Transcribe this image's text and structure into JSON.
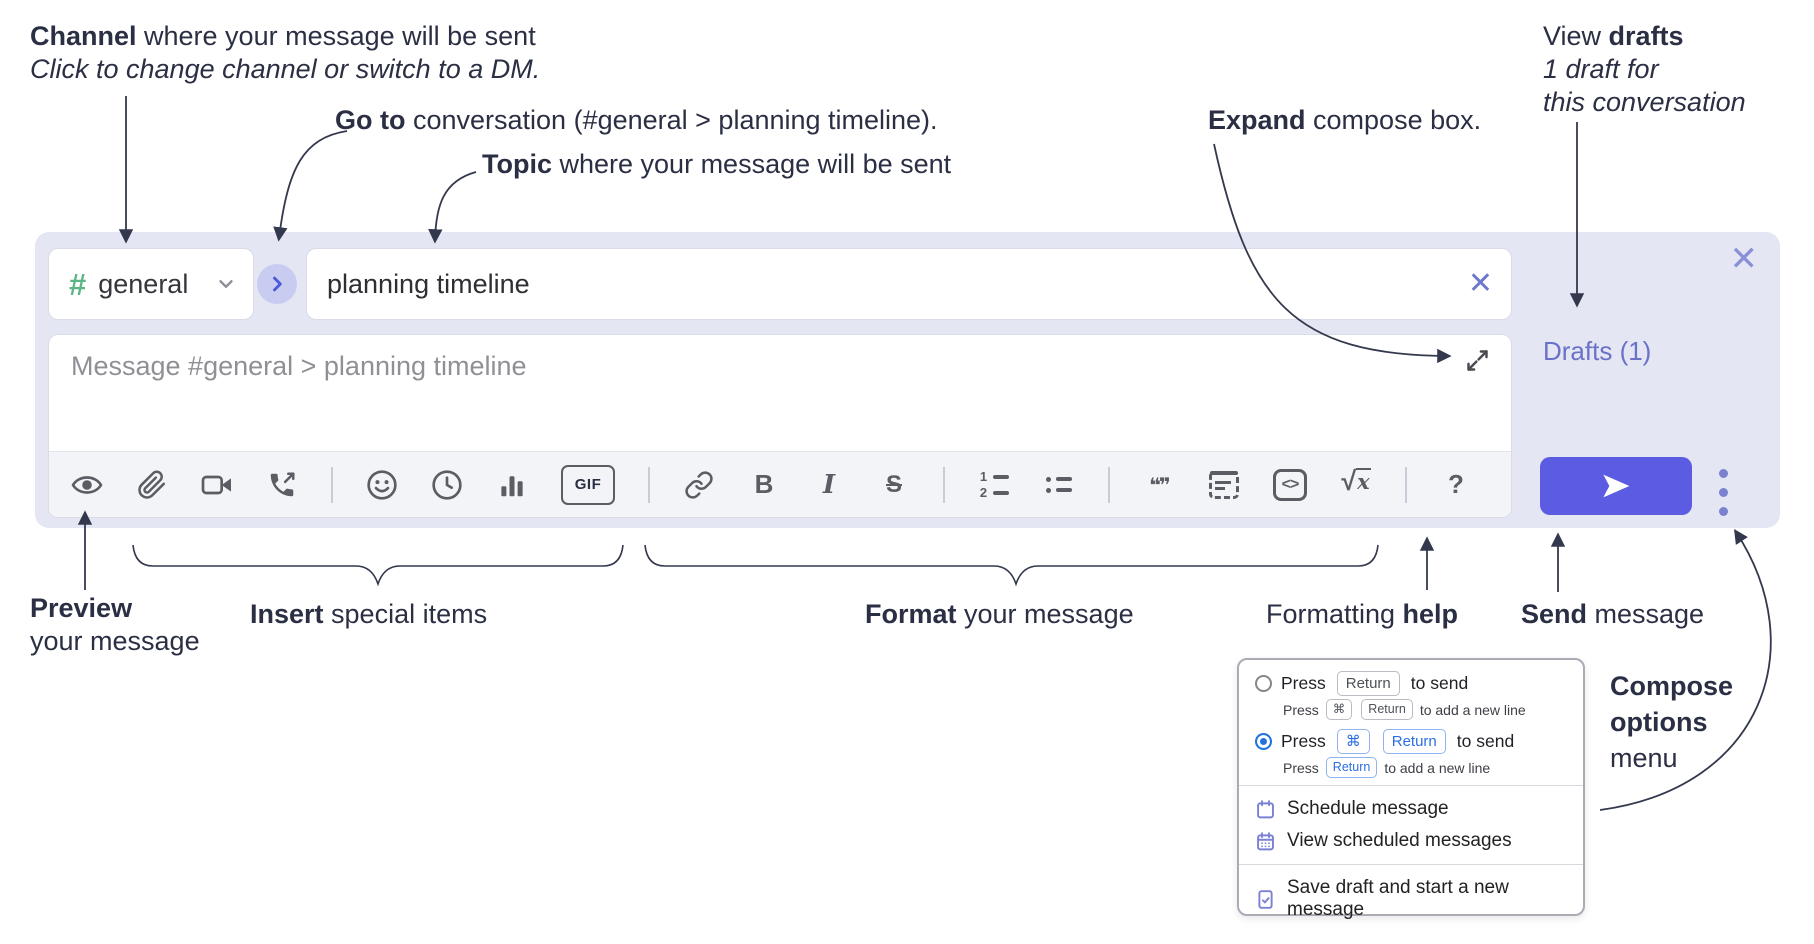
{
  "colors": {
    "accent_indigo": "#5b5ce1",
    "compose_background": "#e4e6f3",
    "purple_ui": "#6a71c7",
    "green_hash": "#5cb585",
    "toolbar_icon_gray": "#5c5c64",
    "annotation_text": "#2b2f44",
    "radio_selected_blue": "#2273e0",
    "menu_icon_purple": "#7b82d4"
  },
  "annotations": {
    "channel": {
      "lead": "Channel",
      "rest": " where your message will be sent",
      "sub": "Click to change channel or switch to a DM."
    },
    "goto": {
      "lead": "Go to",
      "rest": " conversation (#general > planning timeline)."
    },
    "topic": {
      "lead": "Topic",
      "rest": " where your message will be sent"
    },
    "expand": {
      "lead": "Expand",
      "rest": " compose box."
    },
    "view_drafts": {
      "pre": "View ",
      "lead": "drafts",
      "sub1": "1 draft for",
      "sub2": "this conversation"
    },
    "preview": {
      "lead": "Preview",
      "sub": "your message"
    },
    "insert": {
      "lead": "Insert",
      "rest": " special items"
    },
    "format": {
      "lead": "Format",
      "rest": " your message"
    },
    "formatting_help": {
      "pre": "Formatting ",
      "lead": "help"
    },
    "send": {
      "lead": "Send",
      "rest": " message"
    },
    "compose_options": {
      "line1": "Compose",
      "line2": "options",
      "line3": "menu"
    }
  },
  "compose": {
    "channel": {
      "hash": "#",
      "name": "general"
    },
    "topic_value": "planning timeline",
    "clear_glyph": "✕",
    "close_glyph": "✕",
    "message_placeholder": "Message #general > planning timeline",
    "drafts_label": "Drafts (1)",
    "toolbar": {
      "gif": "GIF",
      "bold": "B",
      "italic": "I",
      "strike": "S",
      "ol_1": "1",
      "ol_2": "2",
      "quote": "❝❞",
      "code": "<>",
      "sqrt": "√",
      "x": "x",
      "help": "?"
    }
  },
  "popup": {
    "options": [
      {
        "selected": false,
        "main_pre": "Press",
        "main_key": "Return",
        "main_post": "to send",
        "sub_pre": "Press",
        "sub_key1": "⌘",
        "sub_key2": "Return",
        "sub_post": "to add a new line"
      },
      {
        "selected": true,
        "main_pre": "Press",
        "main_key1": "⌘",
        "main_key2": "Return",
        "main_post": "to send",
        "sub_pre": "Press",
        "sub_key1": "Return",
        "sub_post": "to add a new line"
      }
    ],
    "items": [
      {
        "label": "Schedule message"
      },
      {
        "label": "View scheduled messages"
      },
      {
        "label": "Save draft and start a new message"
      }
    ]
  }
}
